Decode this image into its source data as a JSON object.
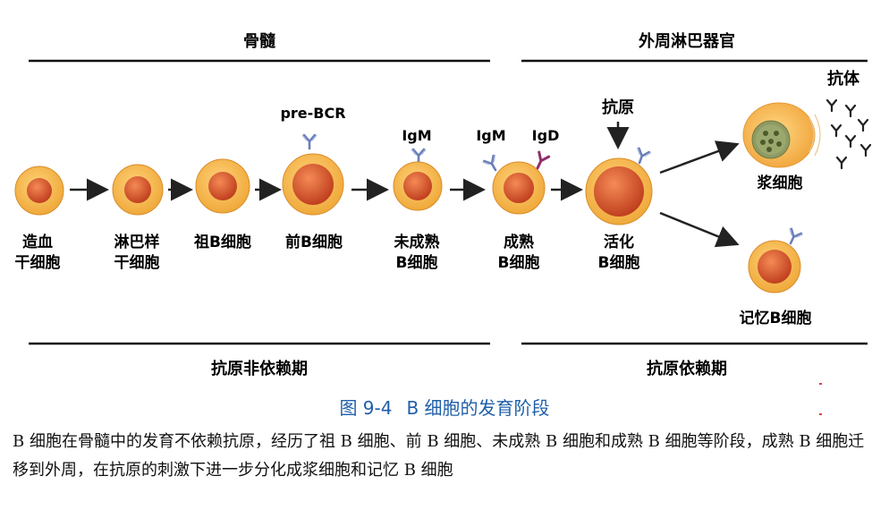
{
  "regions": {
    "bone_marrow": "骨髓",
    "peripheral_lymphoid": "外周淋巴器官",
    "antigen_independent": "抗原非依赖期",
    "antigen_dependent": "抗原依赖期"
  },
  "cells": {
    "hsc": [
      "造血",
      "干细胞"
    ],
    "lymphoid_stem": [
      "淋巴样",
      "干细胞"
    ],
    "pro_b": [
      "祖B细胞"
    ],
    "pre_b": [
      "前B细胞"
    ],
    "immature_b": [
      "未成熟",
      "B细胞"
    ],
    "mature_b": [
      "成熟",
      "B细胞"
    ],
    "activated_b": [
      "活化",
      "B细胞"
    ],
    "plasma": [
      "浆细胞"
    ],
    "memory_b": [
      "记忆B细胞"
    ]
  },
  "receptors": {
    "pre_bcr": "pre-BCR",
    "igm_immature": "IgM",
    "igm_mature": "IgM",
    "igd": "IgD",
    "antigen": "抗原",
    "antibody": "抗体"
  },
  "caption": {
    "number": "图 9-4",
    "title": "B 细胞的发育阶段"
  },
  "description": "B 细胞在骨髓中的发育不依赖抗原，经历了祖 B 细胞、前 B 细胞、未成熟 B 细胞和成熟 B 细胞等阶段，成熟 B 细胞迁移到外周，在抗原的刺激下进一步分化成浆细胞和记忆 B 细胞",
  "colors": {
    "cell_outer": "#f3b545",
    "cell_inner": "#d2502a",
    "igm": "#6a7fb8",
    "igd": "#8e2e6a",
    "caption": "#1f5fa8"
  }
}
